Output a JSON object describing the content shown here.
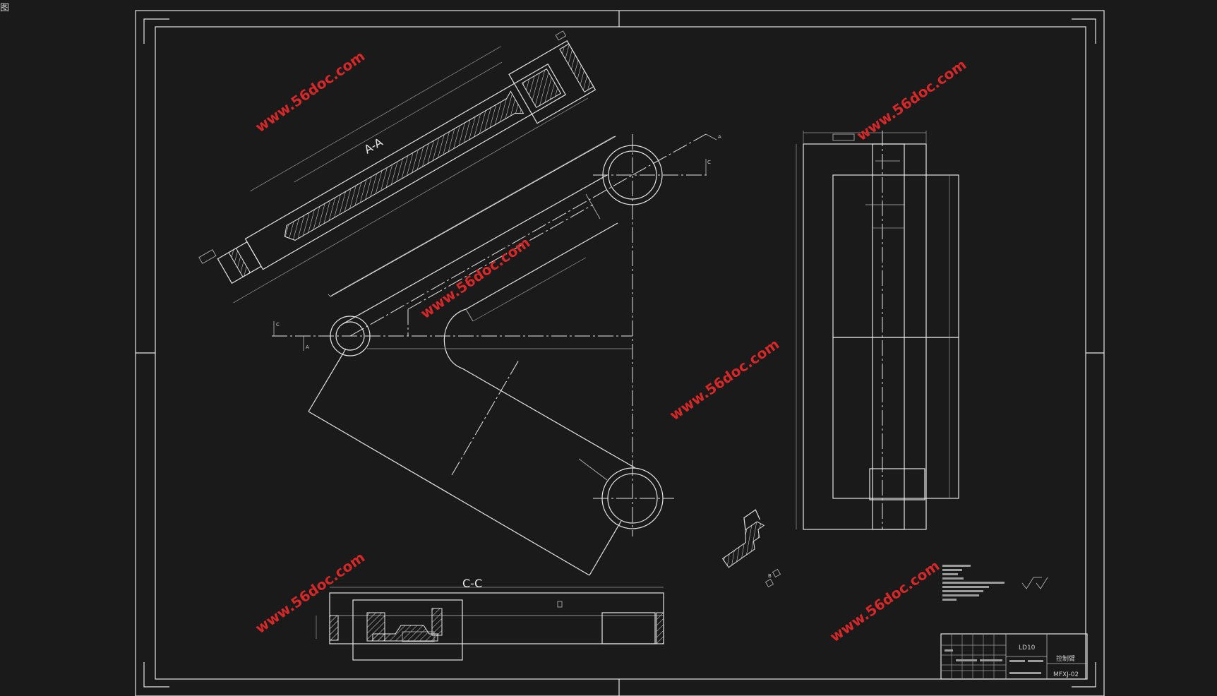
{
  "corner_char": "图",
  "views": {
    "section_aa": "A-A",
    "section_cc": "C-C",
    "detail_b": "B"
  },
  "watermark": "www.56doc.com",
  "title_block": {
    "material": "LD10",
    "part_name": "控制臂",
    "drawing_no": "MFXJ-02"
  },
  "colors": {
    "background": "#1a1a1a",
    "lines": "#e6e6e6",
    "watermark": "#d62828"
  }
}
